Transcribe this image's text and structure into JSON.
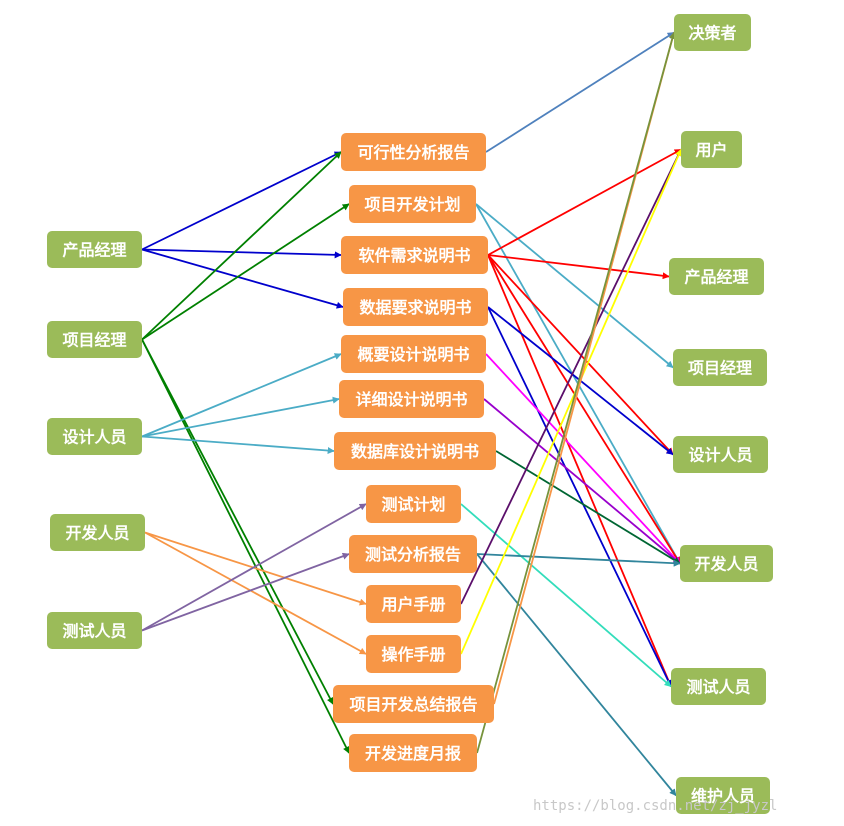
{
  "colors": {
    "left_node": "#9bbb59",
    "middle_node": "#f79646",
    "right_node": "#9bbb59",
    "text": "#ffffff"
  },
  "left_nodes": {
    "product_manager": "产品经理",
    "project_manager": "项目经理",
    "designer": "设计人员",
    "developer": "开发人员",
    "tester": "测试人员"
  },
  "documents": {
    "feasibility_report": "可行性分析报告",
    "project_plan": "项目开发计划",
    "software_requirements": "软件需求说明书",
    "data_requirements": "数据要求说明书",
    "overview_design": "概要设计说明书",
    "detailed_design": "详细设计说明书",
    "database_design": "数据库设计说明书",
    "test_plan": "测试计划",
    "test_analysis_report": "测试分析报告",
    "user_manual": "用户手册",
    "operation_manual": "操作手册",
    "project_summary_report": "项目开发总结报告",
    "monthly_progress_report": "开发进度月报"
  },
  "right_nodes": {
    "decision_maker": "决策者",
    "user": "用户",
    "product_manager": "产品经理",
    "project_manager": "项目经理",
    "designer": "设计人员",
    "developer": "开发人员",
    "tester": "测试人员",
    "maintainer": "维护人员"
  },
  "edges": [
    {
      "from": "product_manager",
      "to": "feasibility_report",
      "color": "#0000cc"
    },
    {
      "from": "product_manager",
      "to": "software_requirements",
      "color": "#0000cc"
    },
    {
      "from": "product_manager",
      "to": "data_requirements",
      "color": "#0000cc"
    },
    {
      "from": "project_manager",
      "to": "feasibility_report",
      "color": "#008000"
    },
    {
      "from": "project_manager",
      "to": "project_plan",
      "color": "#008000"
    },
    {
      "from": "project_manager",
      "to": "project_summary_report",
      "color": "#008000"
    },
    {
      "from": "project_manager",
      "to": "monthly_progress_report",
      "color": "#008000"
    },
    {
      "from": "designer",
      "to": "overview_design",
      "color": "#4bacc6"
    },
    {
      "from": "designer",
      "to": "detailed_design",
      "color": "#4bacc6"
    },
    {
      "from": "designer",
      "to": "database_design",
      "color": "#4bacc6"
    },
    {
      "from": "developer",
      "to": "user_manual",
      "color": "#f79646"
    },
    {
      "from": "developer",
      "to": "operation_manual",
      "color": "#f79646"
    },
    {
      "from": "tester",
      "to": "test_plan",
      "color": "#8064a2"
    },
    {
      "from": "tester",
      "to": "test_analysis_report",
      "color": "#8064a2"
    },
    {
      "from": "feasibility_report",
      "to": "decision_maker",
      "color": "#4f81bd"
    },
    {
      "from": "project_plan",
      "to": "project_manager",
      "color": "#4bacc6"
    },
    {
      "from": "project_plan",
      "to": "developer",
      "color": "#4bacc6"
    },
    {
      "from": "software_requirements",
      "to": "user",
      "color": "#ff0000"
    },
    {
      "from": "software_requirements",
      "to": "product_manager",
      "color": "#ff0000"
    },
    {
      "from": "software_requirements",
      "to": "designer",
      "color": "#ff0000"
    },
    {
      "from": "software_requirements",
      "to": "developer",
      "color": "#ff0000"
    },
    {
      "from": "software_requirements",
      "to": "tester",
      "color": "#ff0000"
    },
    {
      "from": "data_requirements",
      "to": "designer",
      "color": "#0000cc"
    },
    {
      "from": "data_requirements",
      "to": "tester",
      "color": "#0000cc"
    },
    {
      "from": "overview_design",
      "to": "developer",
      "color": "#ff00ff"
    },
    {
      "from": "detailed_design",
      "to": "developer",
      "color": "#9900cc"
    },
    {
      "from": "database_design",
      "to": "developer",
      "color": "#006633"
    },
    {
      "from": "test_plan",
      "to": "tester",
      "color": "#33ddbb"
    },
    {
      "from": "test_analysis_report",
      "to": "developer",
      "color": "#31859c"
    },
    {
      "from": "test_analysis_report",
      "to": "maintainer",
      "color": "#31859c"
    },
    {
      "from": "user_manual",
      "to": "user",
      "color": "#5b0f6b"
    },
    {
      "from": "operation_manual",
      "to": "user",
      "color": "#ffff00"
    },
    {
      "from": "project_summary_report",
      "to": "decision_maker",
      "color": "#f79646"
    },
    {
      "from": "monthly_progress_report",
      "to": "decision_maker",
      "color": "#77933c"
    }
  ],
  "watermark": "https://blog.csdn.net/zj_jyzl"
}
